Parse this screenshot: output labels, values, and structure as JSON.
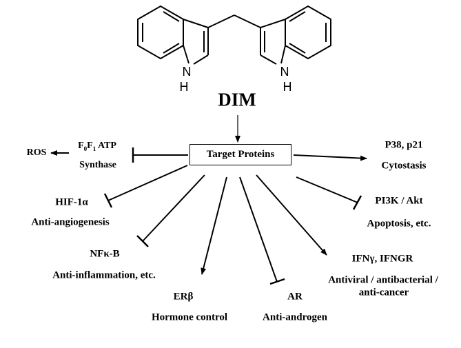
{
  "molecule": {
    "name": "DIM",
    "nh_left_n": "N",
    "nh_left_h": "H",
    "nh_right_n": "N",
    "nh_right_h": "H"
  },
  "center": {
    "label": "Target Proteins"
  },
  "targets": {
    "ros": "ROS",
    "atp_synthase_f0": "F",
    "atp_synthase_sub0": "0",
    "atp_synthase_f1": "F",
    "atp_synthase_sub1": "1",
    "atp_synthase_atp": " ATP",
    "atp_synthase_line2": "Synthase",
    "p38_line1": "P38, p21",
    "p38_line2": "Cytostasis",
    "hif_line1": "HIF-1α",
    "hif_line2": "Anti-angiogenesis",
    "pi3k_line1": "PI3K / Akt",
    "pi3k_line2": "Apoptosis, etc.",
    "nfkb_line1": "NFκ-B",
    "nfkb_line2": "Anti-inflammation,  etc.",
    "ifn_line1": "IFNγ, IFNGR",
    "ifn_line2": "Antiviral / antibacterial /",
    "ifn_line3": "anti-cancer",
    "er_line1": "ERβ",
    "er_line2": "Hormone control",
    "ar_line1": "AR",
    "ar_line2": "Anti-androgen"
  },
  "colors": {
    "ink": "#000000",
    "background": "#ffffff"
  }
}
